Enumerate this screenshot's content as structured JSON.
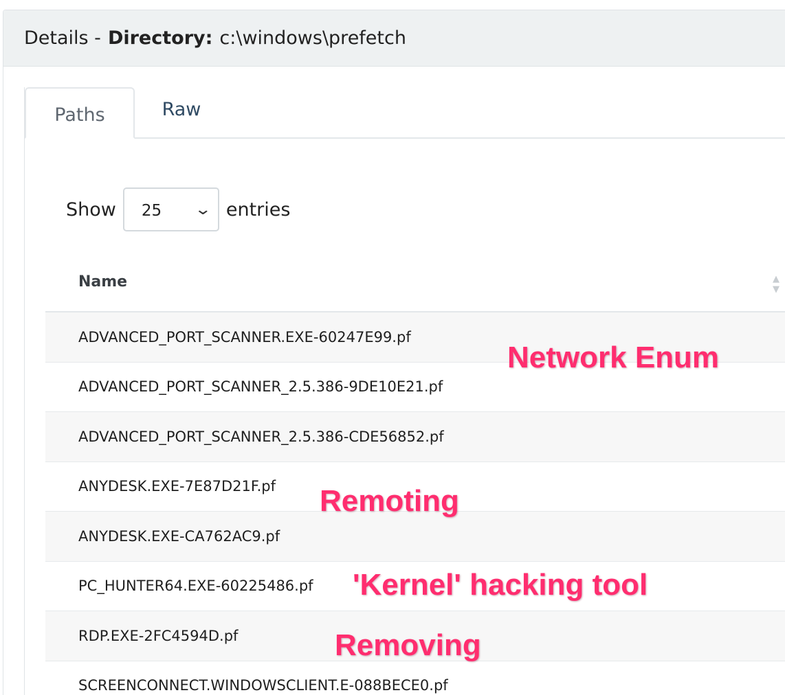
{
  "header": {
    "prefix": "Details -",
    "label": "Directory:",
    "value": "c:\\windows\\prefetch"
  },
  "tabs": [
    {
      "label": "Paths",
      "active": true
    },
    {
      "label": "Raw",
      "active": false
    }
  ],
  "length_control": {
    "show_label": "Show",
    "selected": "25",
    "entries_label": "entries"
  },
  "table": {
    "column": "Name",
    "rows": [
      "ADVANCED_PORT_SCANNER.EXE-60247E99.pf",
      "ADVANCED_PORT_SCANNER_2.5.386-9DE10E21.pf",
      "ADVANCED_PORT_SCANNER_2.5.386-CDE56852.pf",
      "ANYDESK.EXE-7E87D21F.pf",
      "ANYDESK.EXE-CA762AC9.pf",
      "PC_HUNTER64.EXE-60225486.pf",
      "RDP.EXE-2FC4594D.pf",
      "SCREENCONNECT.WINDOWSCLIENT.E-088BECE0.pf"
    ]
  },
  "annotations": [
    "Network Enum",
    "Remoting",
    "'Kernel' hacking tool",
    "Removing"
  ],
  "colors": {
    "annotation": "#ff2d6f",
    "header_bg": "#eef1f2",
    "stripe": "#f7f7f7"
  }
}
